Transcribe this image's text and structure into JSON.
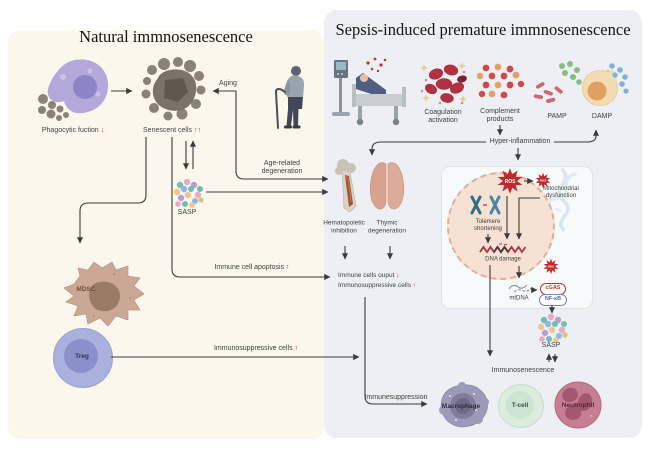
{
  "left_panel": {
    "title": "Natural immnosenescence",
    "phagocytic": {
      "label": "Phagocytic fuction",
      "indicator": "↓"
    },
    "senescent": {
      "label": "Senescent cells",
      "indicator": "↑↑"
    },
    "aging_label": "Aging",
    "sasp_label": "SASP",
    "age_related_label": "Age-related degeneration",
    "mdsc_label": "MDSC",
    "treg_label": "Treg",
    "apoptosis": {
      "label": "Immune cell apoptosis",
      "indicator": "↑"
    },
    "immunosuppressive": {
      "label": "Immunosuppressive cells",
      "indicator": "↑"
    }
  },
  "right_panel": {
    "title": "Sepsis-induced premature immnosenescence",
    "triggers": {
      "coagulation": "Coagulation activation",
      "complement": "Complement products",
      "pamp": "PAMP",
      "damp": "DAMP"
    },
    "hyper_inflammation_label": "Hyper-inflammation",
    "hematopoietic_label": "Hematopoietic inhibition",
    "thymic_label": "Thymic degeneration",
    "immune_output": {
      "label": "Immune cells ouput",
      "indicator": "↓"
    },
    "immunosuppressive_cells": {
      "label": "Immunosuppressive cells",
      "indicator": "↑"
    },
    "cell_box": {
      "ros_label": "ROS",
      "mitochondrial_label": "Mitochondrial dysfunction",
      "telomere_label": "Tolemere shortening",
      "dna_damage_label": "DNA damage",
      "mtdna_label": "mtDNA",
      "cgas_label": "cGAS",
      "nfkb_label": "NF-κB"
    },
    "sasp_label": "SASP",
    "immunosenescence_label": "Immunosenescence",
    "immunesuppression_label": "Immunesuppression",
    "cells": {
      "macrophage": "Macrophage",
      "tcell": "T-cell",
      "neutrophil": "Neutrophil"
    }
  },
  "colors": {
    "left_panel_bg": "#fbf7ec",
    "right_panel_bg": "#edeff4",
    "indicator_red": "#d22b2b",
    "line": "#3b3b3b",
    "ros_red": "#c1282d",
    "nucleus_fill": "#f6e2d4",
    "cgas_red": "#c03038",
    "nfkb_blue": "#5a66a8"
  }
}
